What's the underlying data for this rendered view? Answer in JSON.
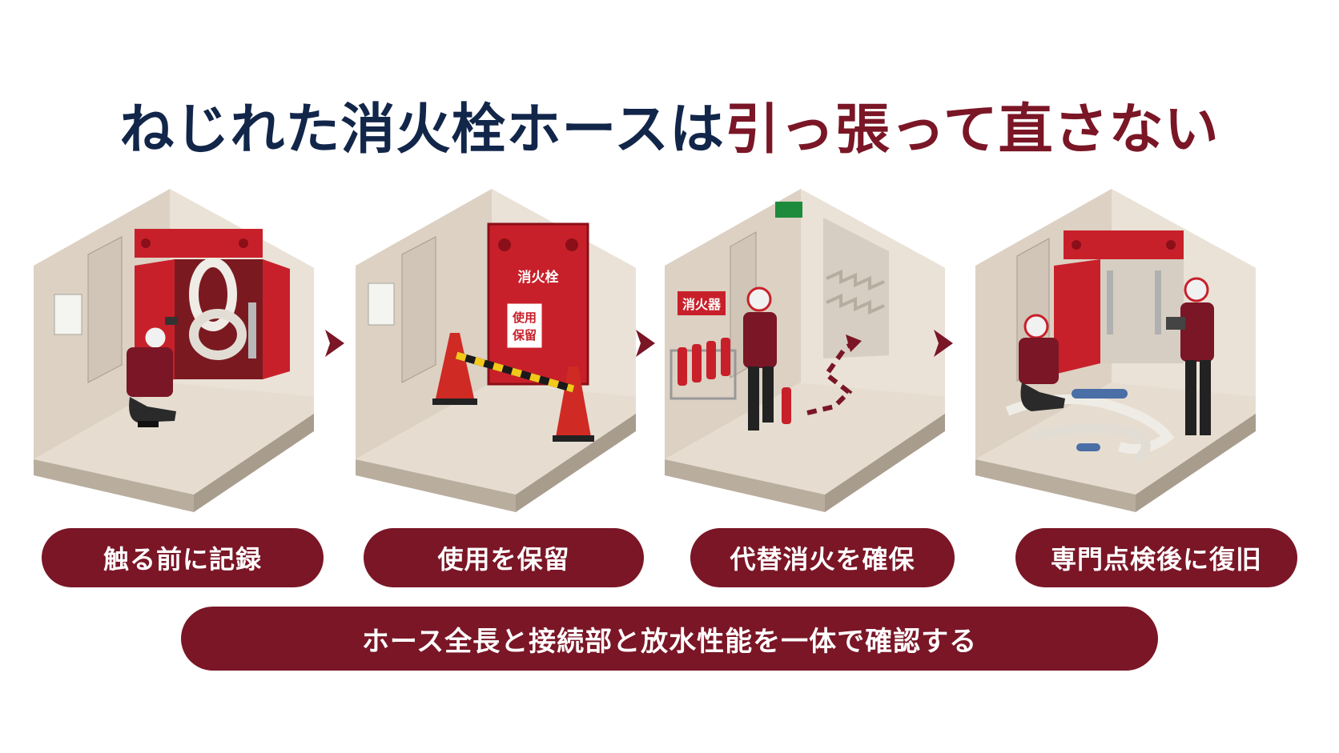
{
  "title": {
    "part1": "ねじれた消火栓ホースは",
    "part2": "引っ張って直さない"
  },
  "steps": [
    {
      "label": "触る前に記録"
    },
    {
      "label": "使用を保留"
    },
    {
      "label": "代替消火を確保"
    },
    {
      "label": "専門点検後に復旧"
    }
  ],
  "scene_signs": {
    "hydrant": "消火栓",
    "hold_tag_line1": "使用",
    "hold_tag_line2": "保留",
    "extinguisher": "消火器"
  },
  "banner": "ホース全長と接続部と放水性能を一体で確認する",
  "colors": {
    "navy": "#12264a",
    "maroon": "#7a1626",
    "cabinet_red": "#c8202a",
    "wall": "#e9e1d6",
    "floor": "#e5dccf"
  }
}
